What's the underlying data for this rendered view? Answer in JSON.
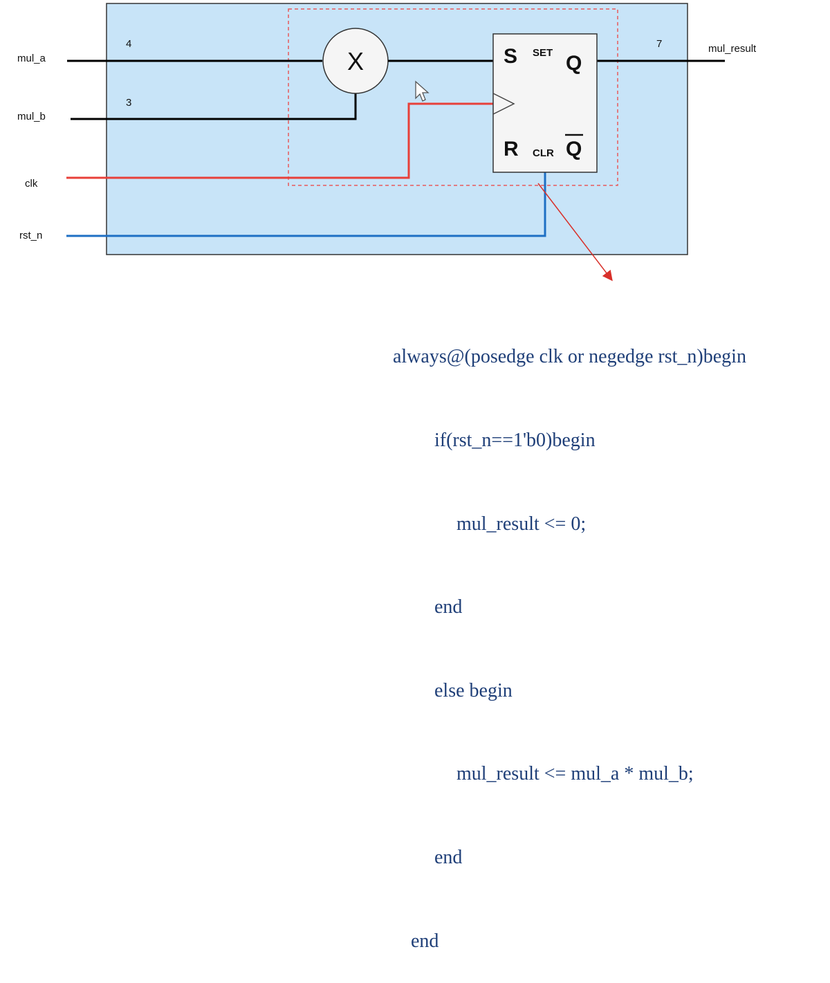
{
  "diagram": {
    "inputs": {
      "mul_a": "mul_a",
      "mul_b": "mul_b",
      "clk": "clk",
      "rst_n": "rst_n"
    },
    "output": "mul_result",
    "bit_widths": {
      "mul_a": "4",
      "mul_b": "3",
      "mul_result": "7"
    },
    "multiplier_symbol": "X",
    "flipflop": {
      "set_pin": "S",
      "set_sub": "SET",
      "q_pin": "Q",
      "reset_pin": "R",
      "reset_sub": "CLR",
      "qbar_pin": "Q"
    },
    "colors": {
      "block_fill": "#c8e4f8",
      "clk_wire": "#e8403a",
      "rst_wire": "#1e6fc4",
      "data_wire": "#000000",
      "dashed_box": "#e85a5a",
      "arrow": "#d8302a",
      "code_text": "#1f3f78"
    }
  },
  "code": {
    "lines": [
      "always@(posedge clk or negedge rst_n)begin",
      "if(rst_n==1'b0)begin",
      "mul_result <= 0;",
      "end",
      "else begin",
      "mul_result <= mul_a * mul_b;",
      "end",
      "end"
    ]
  }
}
